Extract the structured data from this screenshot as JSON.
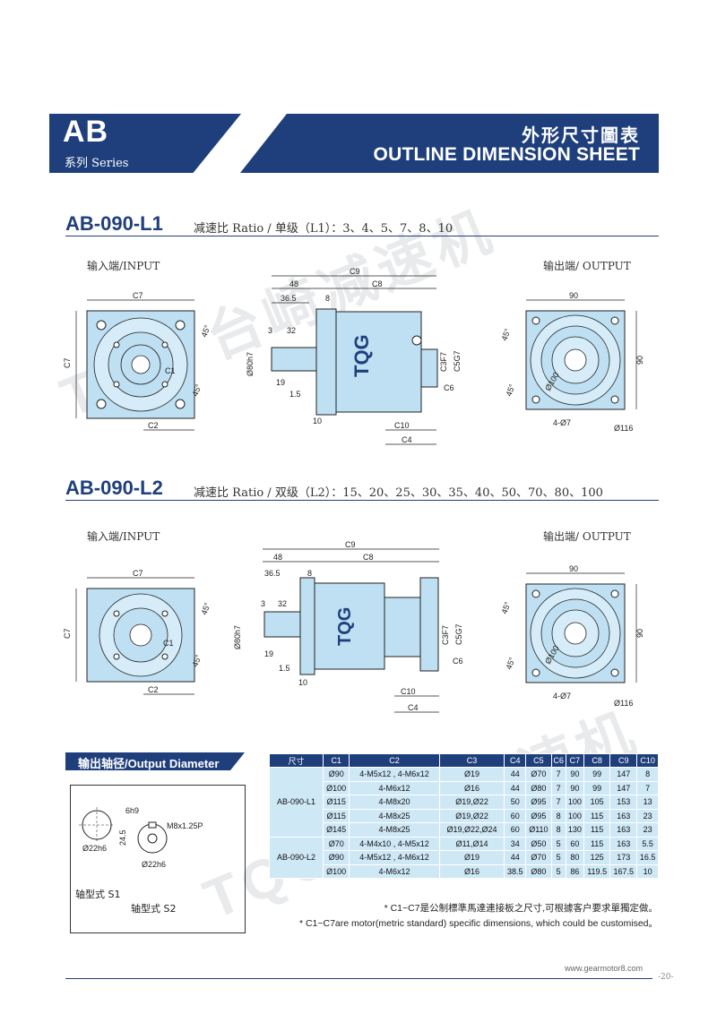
{
  "header": {
    "series_code": "AB",
    "series_label": "系列 Series",
    "title_cn": "外形尺寸圖表",
    "title_en": "OUTLINE DIMENSION SHEET"
  },
  "section1": {
    "model": "AB-090-L1",
    "ratio": "减速比 Ratio / 单级（L1）：3、4、5、7、8、10",
    "input_label": "输入端/INPUT",
    "output_label": "输出端/ OUTPUT"
  },
  "section2": {
    "model": "AB-090-L2",
    "ratio": "减速比 Ratio / 双级（L2）：15、20、25、30、35、40、50、70、80、100",
    "input_label": "输入端/INPUT",
    "output_label": "输出端/ OUTPUT"
  },
  "drawing": {
    "c7": "C7",
    "c2": "C2",
    "c1": "C1",
    "c9": "C9",
    "c8": "C8",
    "c3": "C3F7",
    "c5": "C5G7",
    "c6": "C6",
    "c10": "C10",
    "c4": "C4",
    "d48": "48",
    "d365": "36.5",
    "d8": "8",
    "d3": "3",
    "d32": "32",
    "d19": "19",
    "d15": "1.5",
    "d10": "10",
    "d80": "Ø80h7",
    "d90": "90",
    "d100": "Ø100",
    "d47": "4-Ø7",
    "d116": "Ø116",
    "deg45": "45°",
    "brand": "TQG"
  },
  "output_diameter": {
    "title": "输出轴径/Output Diameter",
    "s1_label": "轴型式 S1",
    "s2_label": "轴型式 S2",
    "d22": "Ø22h6",
    "d6": "6h9",
    "d245": "24.5",
    "m8": "M8x1.25P"
  },
  "table": {
    "headers": [
      "尺寸",
      "C1",
      "C2",
      "C3",
      "C4",
      "C5",
      "C6",
      "C7",
      "C8",
      "C9",
      "C10"
    ],
    "groups": [
      {
        "model": "AB-090-L1",
        "rows": [
          [
            "Ø90",
            "4-M5x12 , 4-M6x12",
            "Ø19",
            "44",
            "Ø70",
            "7",
            "90",
            "99",
            "147",
            "8"
          ],
          [
            "Ø100",
            "4-M6x12",
            "Ø16",
            "44",
            "Ø80",
            "7",
            "90",
            "99",
            "147",
            "7"
          ],
          [
            "Ø115",
            "4-M8x20",
            "Ø19,Ø22",
            "50",
            "Ø95",
            "7",
            "100",
            "105",
            "153",
            "13"
          ],
          [
            "Ø115",
            "4-M8x25",
            "Ø19,Ø22",
            "60",
            "Ø95",
            "8",
            "100",
            "115",
            "163",
            "23"
          ],
          [
            "Ø145",
            "4-M8x25",
            "Ø19,Ø22,Ø24",
            "60",
            "Ø110",
            "8",
            "130",
            "115",
            "163",
            "23"
          ]
        ]
      },
      {
        "model": "AB-090-L2",
        "rows": [
          [
            "Ø70",
            "4-M4x10 , 4-M5x12",
            "Ø11,Ø14",
            "34",
            "Ø50",
            "5",
            "60",
            "115",
            "163",
            "5.5"
          ],
          [
            "Ø90",
            "4-M5x12 , 4-M6x12",
            "Ø19",
            "44",
            "Ø70",
            "5",
            "80",
            "125",
            "173",
            "16.5"
          ],
          [
            "Ø100",
            "4-M6x12",
            "Ø16",
            "38.5",
            "Ø80",
            "5",
            "86",
            "119.5",
            "167.5",
            "10"
          ]
        ]
      }
    ]
  },
  "notes": {
    "cn": "* C1~C7是公制標準馬達連接板之尺寸,可根據客户要求單獨定做。",
    "en": "* C1~C7are motor(metric standard) specific dimensions, which could be customised。"
  },
  "footer": {
    "url": "www.gearmotor8.com",
    "page": "-20-"
  },
  "watermark": {
    "text": "TQG 台崎减速机"
  },
  "colors": {
    "navy": "#1f3f7c",
    "part_blue": "#bfe0f2",
    "table_cell": "#cfe8f6"
  }
}
